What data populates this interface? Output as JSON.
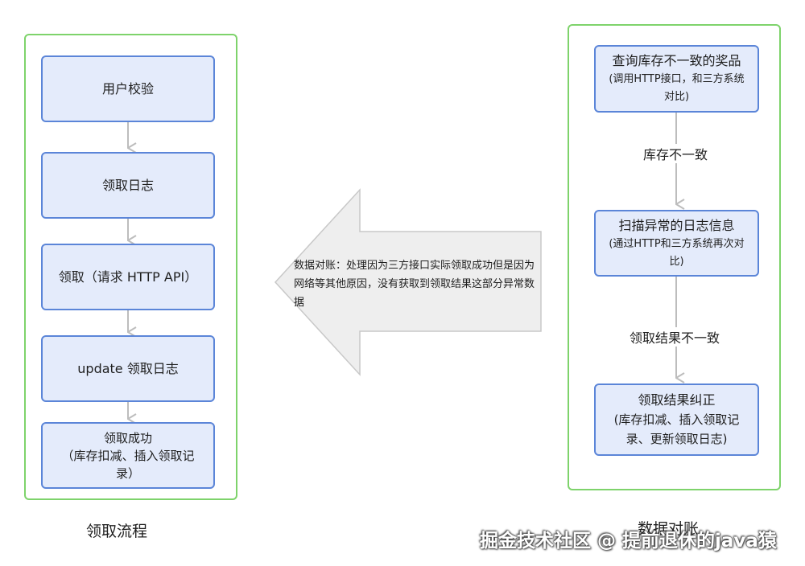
{
  "left_panel": {
    "caption": "领取流程",
    "steps": [
      {
        "title": "用户校验",
        "sub": ""
      },
      {
        "title": "领取日志",
        "sub": ""
      },
      {
        "title": "领取（请求 HTTP API）",
        "sub": ""
      },
      {
        "title": "update 领取日志",
        "sub": ""
      },
      {
        "title": "领取成功",
        "sub": "（库存扣减、插入领取记录）"
      }
    ]
  },
  "middle_arrow": {
    "text": "数据对账：处理因为三方接口实际领取成功但是因为网络等其他原因，没有获取到领取结果这部分异常数据"
  },
  "right_panel": {
    "caption": "数据对账",
    "steps": [
      {
        "title": "查询库存不一致的奖品",
        "sub": "(调用HTTP接口，和三方系统对比)"
      },
      {
        "title": "扫描异常的日志信息",
        "sub": "(通过HTTP和三方系统再次对比)"
      },
      {
        "title": "领取结果纠正",
        "sub": "(库存扣减、插入领取记录、更新领取日志)"
      }
    ],
    "edge_labels": [
      "库存不一致",
      "领取结果不一致"
    ]
  },
  "watermark": "掘金技术社区 @ 提前退休的java猿",
  "colors": {
    "panel_border": "#7ed36b",
    "node_fill": "#e4ebfb",
    "node_border": "#5b85d8",
    "connector": "#bdbdbd",
    "big_arrow_fill": "#eeeeee"
  }
}
